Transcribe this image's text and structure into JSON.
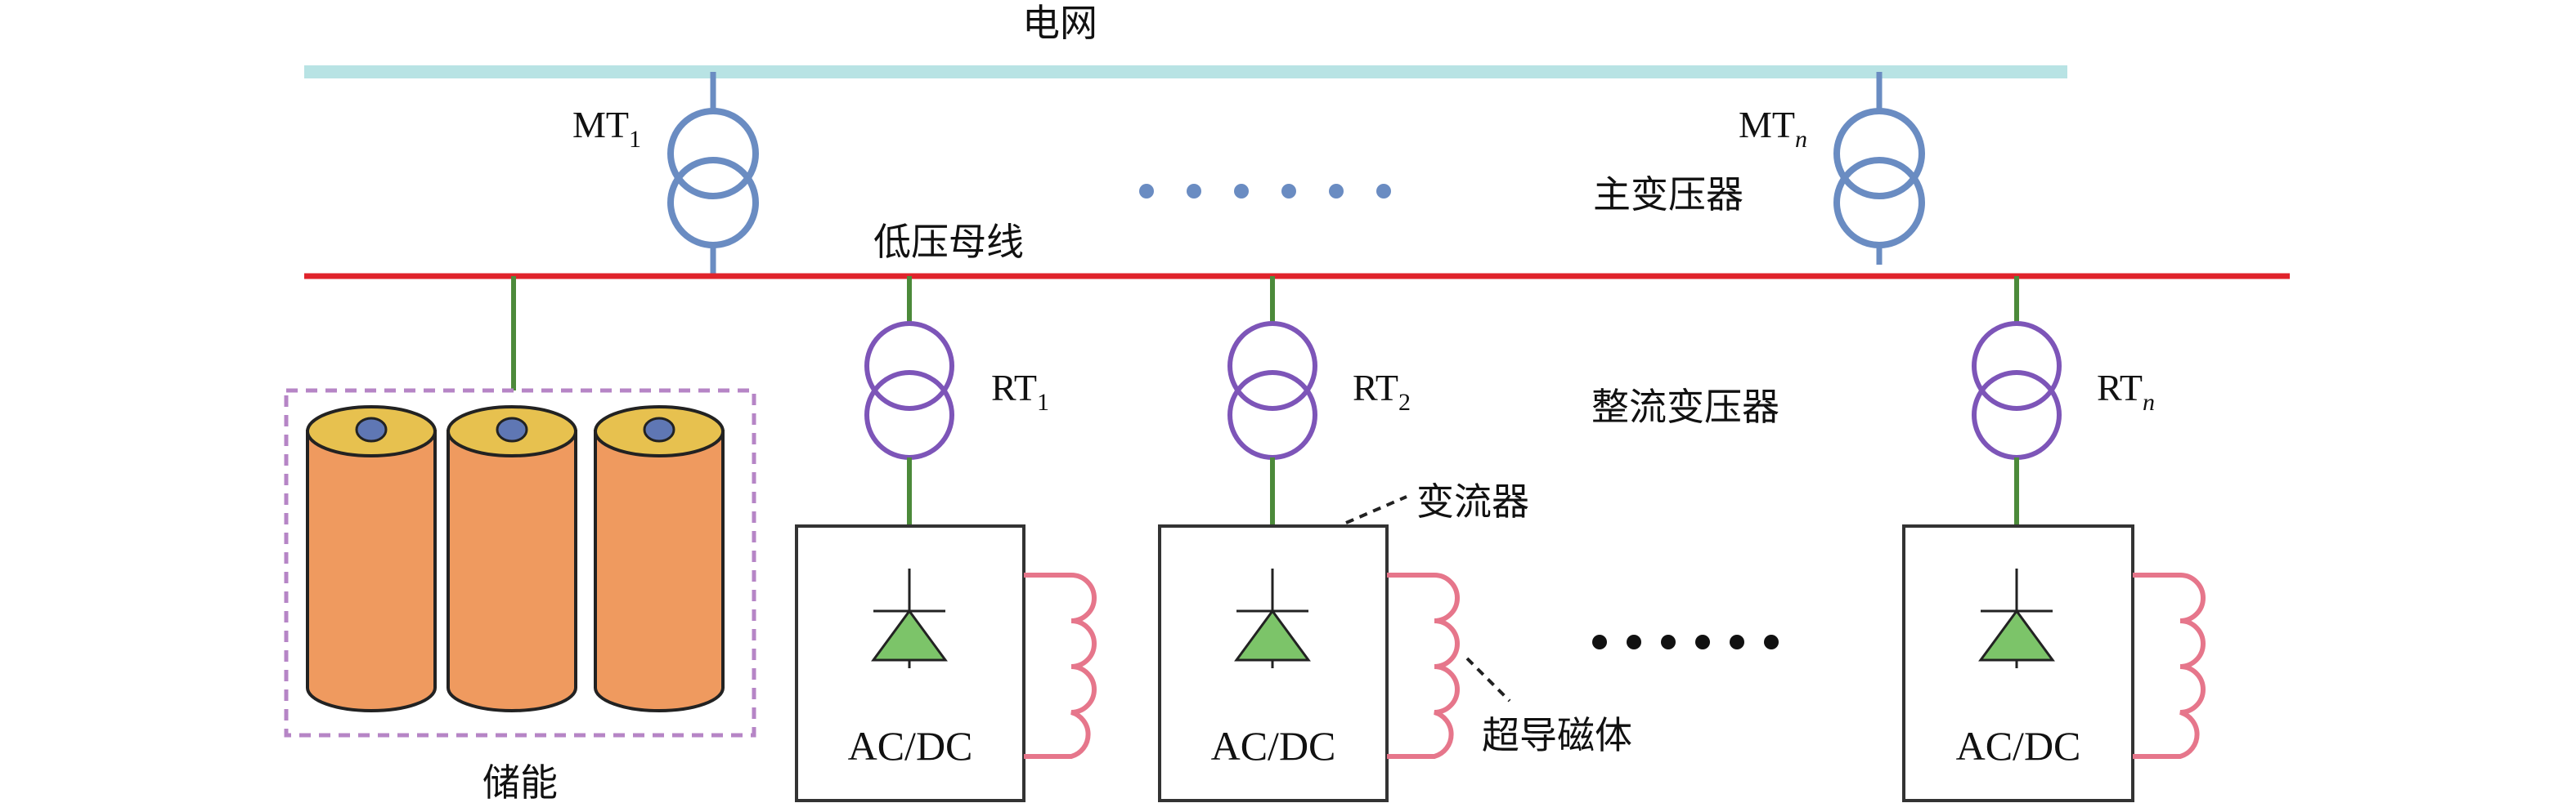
{
  "labels": {
    "grid": "电网",
    "main_transformer": "主变压器",
    "low_voltage_bus": "低压母线",
    "rectifier_transformer": "整流变压器",
    "converter": "变流器",
    "superconducting_magnet": "超导磁体",
    "energy_storage": "储能"
  },
  "transformers": {
    "mt1": {
      "base": "MT",
      "sub": "1"
    },
    "mtn": {
      "base": "MT",
      "sub": "n"
    },
    "rt1": {
      "base": "RT",
      "sub": "1"
    },
    "rt2": {
      "base": "RT",
      "sub": "2"
    },
    "rtn": {
      "base": "RT",
      "sub": "n"
    }
  },
  "converters": {
    "c1": "AC/DC",
    "c2": "AC/DC",
    "cn": "AC/DC"
  },
  "colors": {
    "grid_bus": "#b8e3e4",
    "low_voltage_bus": "#e0232b",
    "main_transformer": "#6a8cc2",
    "rectifier_transformer": "#7d55b8",
    "connector": "#4c8a3a",
    "diode": "#7cc469",
    "magnet_coil": "#e6768b",
    "battery_body": "#ef9a5f",
    "battery_top": "#e7c14f",
    "battery_terminal": "#5f77b4",
    "storage_frame": "#b685c6",
    "ellipsis_top": "#6a8cc2",
    "ellipsis_bottom": "#111111"
  }
}
